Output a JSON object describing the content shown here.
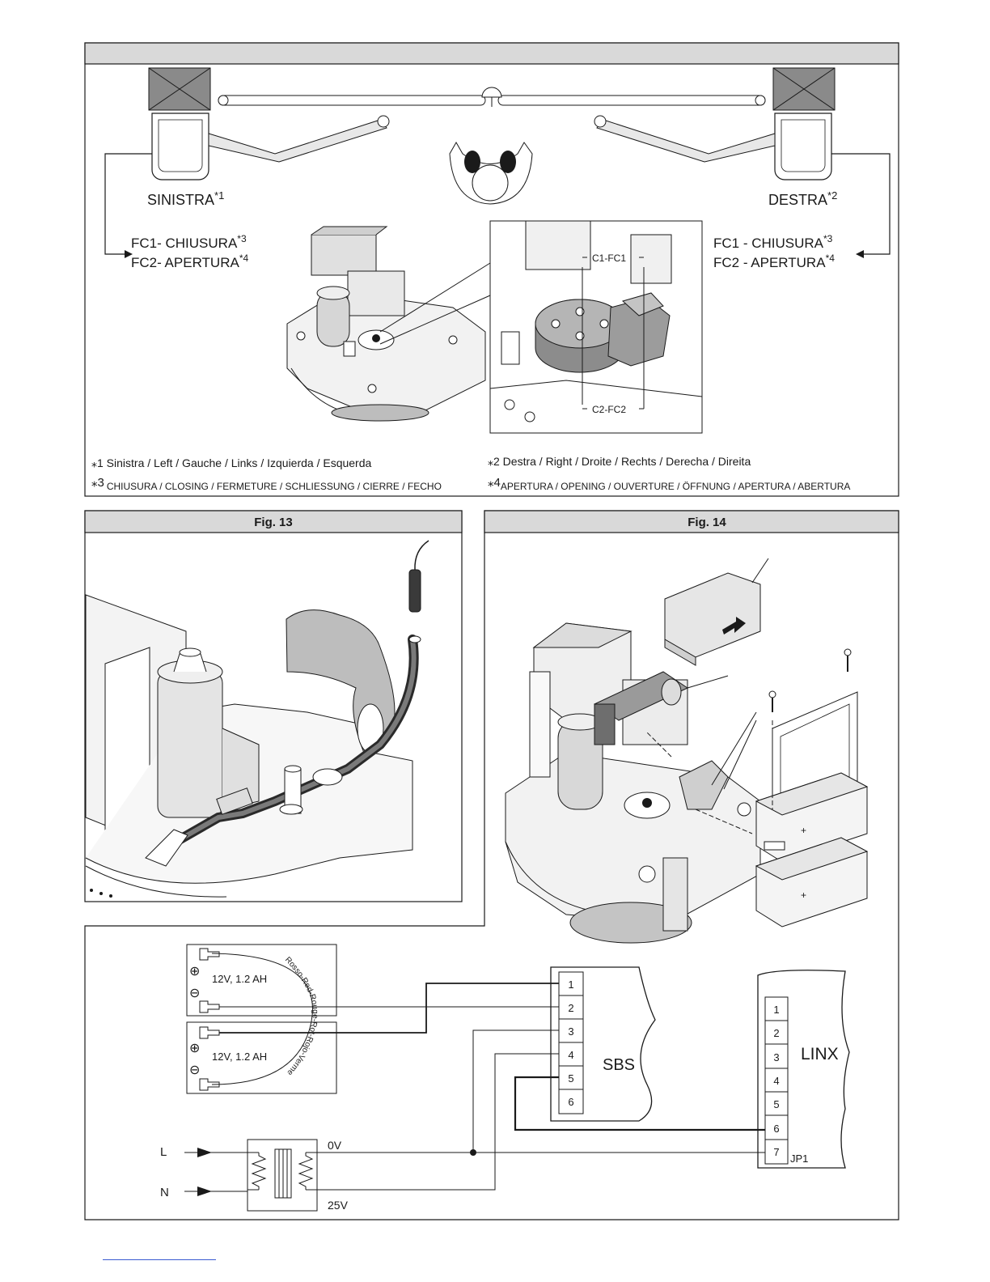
{
  "panel_top": {
    "header": "",
    "left_label": "SINISTRA",
    "left_sup": "*1",
    "right_label": "DESTRA",
    "right_sup": "*2",
    "left_fc1": "FC1- CHIUSURA",
    "left_fc1_sup": "*3",
    "left_fc2": "FC2- APERTURA",
    "left_fc2_sup": "*4",
    "right_fc1": "FC1 - CHIUSURA",
    "right_fc1_sup": "*3",
    "right_fc2": "FC2  - APERTURA",
    "right_fc2_sup": "*4",
    "detail_c1": "C1-FC1",
    "detail_c2": "C2-FC2",
    "foot1": "⁎1 Sinistra / Left / Gauche / Links / Izquierda / Esquerda",
    "foot2": "⁎2 Destra / Right / Droite / Rechts / Derecha / Direita",
    "foot3_sup": "⁎3",
    "foot3": "CHIUSURA / CLOSING / FERMETURE / SCHLIESSUNG / CIERRE / FECHO",
    "foot4_sup": "⁎4",
    "foot4": "APERTURA / OPENING / OUVERTURE / ÖFFNUNG / APERTURA / ABERTURA"
  },
  "fig13": {
    "title": "Fig. 13"
  },
  "fig14": {
    "title": "Fig. 14"
  },
  "wiring": {
    "battery1": "12V, 1.2 AH",
    "battery2": "12V, 1.2 AH",
    "red_wire_label": "Rosso-Red-Rouge-Rot-Rojo-Vermelho",
    "sbs_label": "SBS",
    "sbs_terminals": [
      "1",
      "2",
      "3",
      "4",
      "5",
      "6"
    ],
    "linx_label": "LINX",
    "linx_terminals": [
      "1",
      "2",
      "3",
      "4",
      "5",
      "6",
      "7"
    ],
    "jp1": "JP1",
    "L": "L",
    "N": "N",
    "ov": "0V",
    "v25": "25V",
    "plus": "⊕",
    "minus": "⊖"
  }
}
